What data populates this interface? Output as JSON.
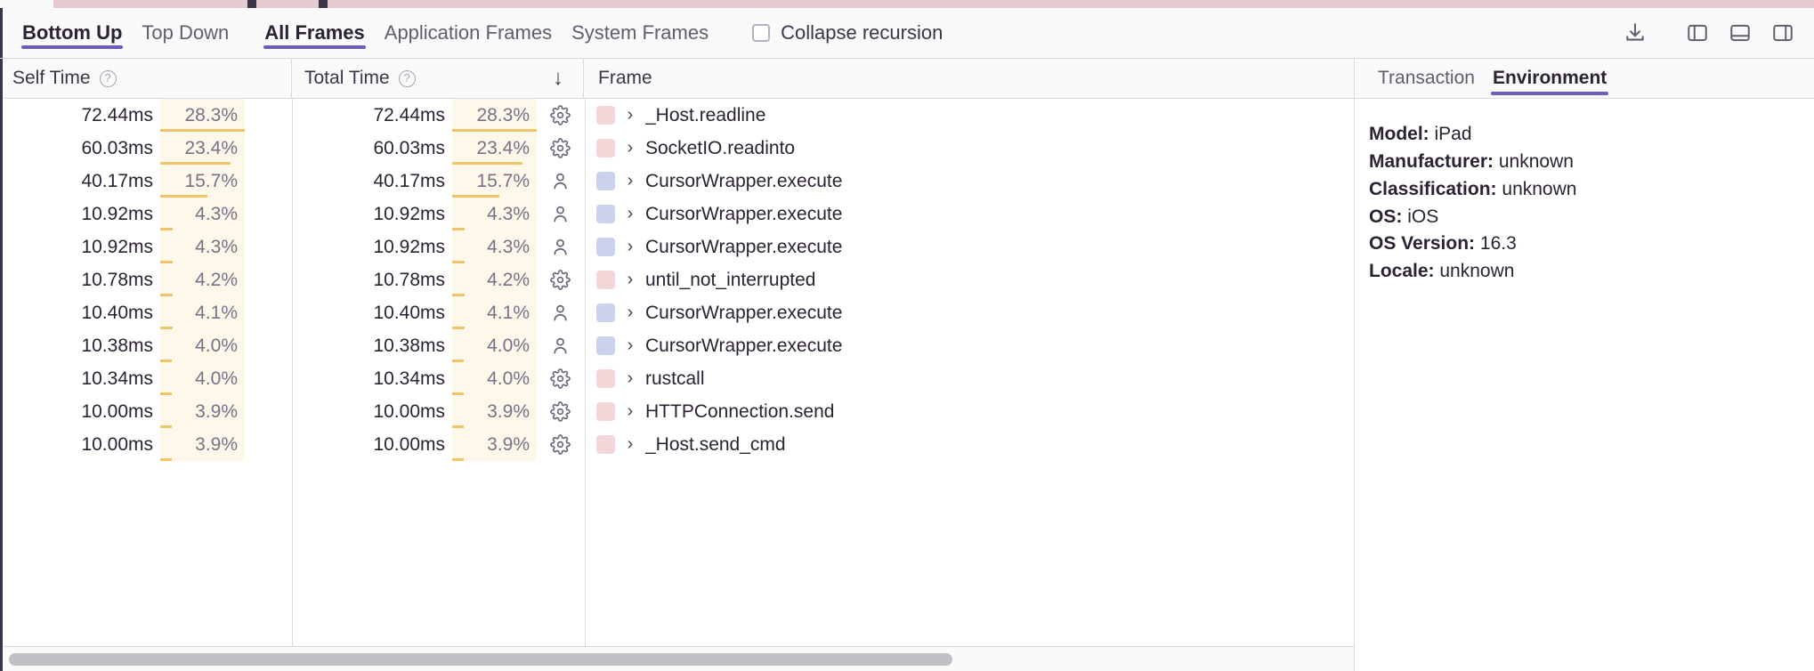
{
  "toolbar": {
    "tabs": [
      {
        "label": "Bottom Up",
        "active": true
      },
      {
        "label": "Top Down",
        "active": false
      },
      {
        "label": "All Frames",
        "active": true
      },
      {
        "label": "Application Frames",
        "active": false
      },
      {
        "label": "System Frames",
        "active": false
      }
    ],
    "collapse_recursion_label": "Collapse recursion",
    "collapse_recursion_checked": false,
    "icons": [
      "download-icon",
      "layout-left-sidebar-icon",
      "layout-bottom-panel-icon",
      "layout-right-sidebar-icon"
    ]
  },
  "grid": {
    "columns": [
      {
        "label": "Self Time",
        "help": "?",
        "sorted": false
      },
      {
        "label": "Total Time",
        "help": "?",
        "sorted": true,
        "sort_dir": "↓"
      },
      {
        "label": "Frame",
        "help": "",
        "sorted": false
      }
    ],
    "rows": [
      {
        "self_time": "72.44ms",
        "self_pct": "28.3%",
        "total_time": "72.44ms",
        "total_pct": "28.3%",
        "pct_value": 28.3,
        "kind": "system",
        "kind_icon": "gear-icon",
        "swatch": "#f2d6d8",
        "frame": "_Host.readline"
      },
      {
        "self_time": "60.03ms",
        "self_pct": "23.4%",
        "total_time": "60.03ms",
        "total_pct": "23.4%",
        "pct_value": 23.4,
        "kind": "system",
        "kind_icon": "gear-icon",
        "swatch": "#f2d6d8",
        "frame": "SocketIO.readinto"
      },
      {
        "self_time": "40.17ms",
        "self_pct": "15.7%",
        "total_time": "40.17ms",
        "total_pct": "15.7%",
        "pct_value": 15.7,
        "kind": "application",
        "kind_icon": "person-icon",
        "swatch": "#cbd2ee",
        "frame": "CursorWrapper.execute"
      },
      {
        "self_time": "10.92ms",
        "self_pct": "4.3%",
        "total_time": "10.92ms",
        "total_pct": "4.3%",
        "pct_value": 4.3,
        "kind": "application",
        "kind_icon": "person-icon",
        "swatch": "#cbd2ee",
        "frame": "CursorWrapper.execute"
      },
      {
        "self_time": "10.92ms",
        "self_pct": "4.3%",
        "total_time": "10.92ms",
        "total_pct": "4.3%",
        "pct_value": 4.3,
        "kind": "application",
        "kind_icon": "person-icon",
        "swatch": "#cbd2ee",
        "frame": "CursorWrapper.execute"
      },
      {
        "self_time": "10.78ms",
        "self_pct": "4.2%",
        "total_time": "10.78ms",
        "total_pct": "4.2%",
        "pct_value": 4.2,
        "kind": "system",
        "kind_icon": "gear-icon",
        "swatch": "#f2d6d8",
        "frame": "until_not_interrupted"
      },
      {
        "self_time": "10.40ms",
        "self_pct": "4.1%",
        "total_time": "10.40ms",
        "total_pct": "4.1%",
        "pct_value": 4.1,
        "kind": "application",
        "kind_icon": "person-icon",
        "swatch": "#cbd2ee",
        "frame": "CursorWrapper.execute"
      },
      {
        "self_time": "10.38ms",
        "self_pct": "4.0%",
        "total_time": "10.38ms",
        "total_pct": "4.0%",
        "pct_value": 4.0,
        "kind": "application",
        "kind_icon": "person-icon",
        "swatch": "#cbd2ee",
        "frame": "CursorWrapper.execute"
      },
      {
        "self_time": "10.34ms",
        "self_pct": "4.0%",
        "total_time": "10.34ms",
        "total_pct": "4.0%",
        "pct_value": 4.0,
        "kind": "system",
        "kind_icon": "gear-icon",
        "swatch": "#f2d6d8",
        "frame": "rustcall"
      },
      {
        "self_time": "10.00ms",
        "self_pct": "3.9%",
        "total_time": "10.00ms",
        "total_pct": "3.9%",
        "pct_value": 3.9,
        "kind": "system",
        "kind_icon": "gear-icon",
        "swatch": "#f2d6d8",
        "frame": "HTTPConnection.send"
      },
      {
        "self_time": "10.00ms",
        "self_pct": "3.9%",
        "total_time": "10.00ms",
        "total_pct": "3.9%",
        "pct_value": 3.9,
        "kind": "system",
        "kind_icon": "gear-icon",
        "swatch": "#f2d6d8",
        "frame": "_Host.send_cmd"
      }
    ],
    "expand_chevron": "›"
  },
  "details": {
    "tabs": [
      {
        "label": "Transaction",
        "active": false
      },
      {
        "label": "Environment",
        "active": true
      }
    ],
    "fields": [
      {
        "key": "Model:",
        "value": "iPad"
      },
      {
        "key": "Manufacturer:",
        "value": "unknown"
      },
      {
        "key": "Classification:",
        "value": "unknown"
      },
      {
        "key": "OS:",
        "value": "iOS"
      },
      {
        "key": "OS Version:",
        "value": "16.3"
      },
      {
        "key": "Locale:",
        "value": "unknown"
      }
    ]
  },
  "colors": {
    "accent": "#6a5fc1",
    "pct_bg": "#fdf8e9",
    "pct_bar": "#f0c46a",
    "system_swatch": "#f2d6d8",
    "application_swatch": "#cbd2ee",
    "border": "#dcd8e0"
  }
}
